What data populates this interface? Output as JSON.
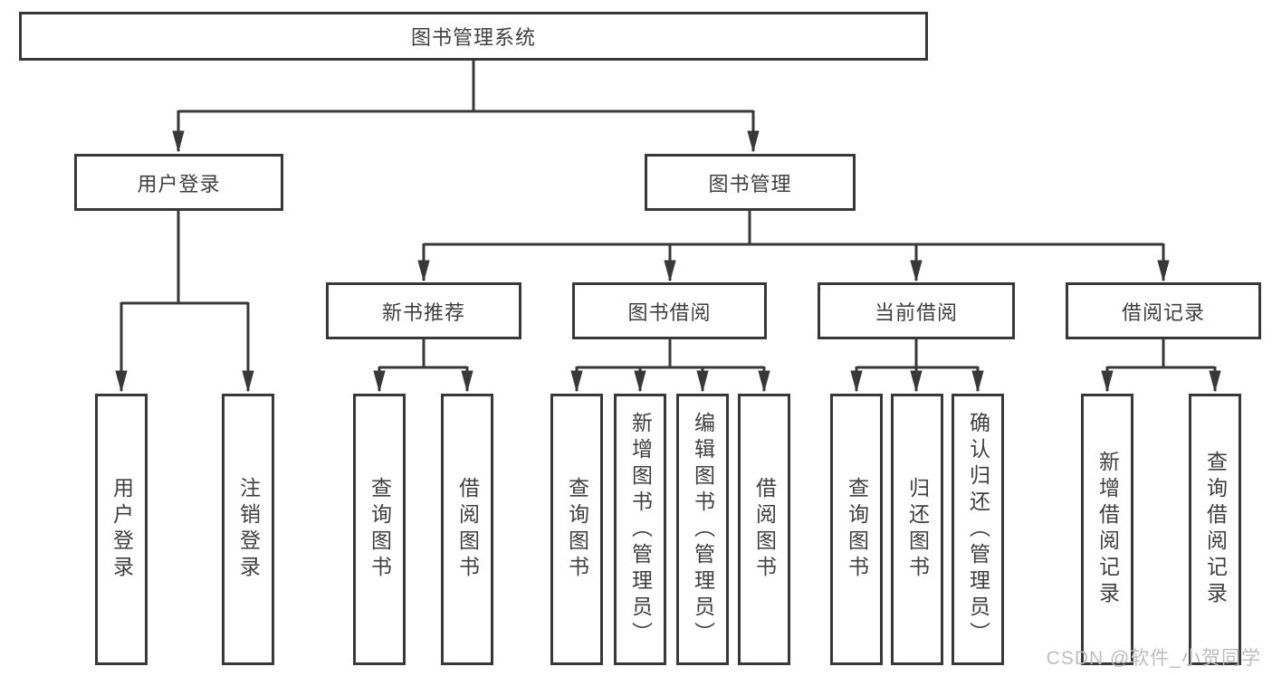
{
  "diagram": {
    "type": "hierarchy",
    "root": {
      "label": "图书管理系统"
    },
    "level2": [
      {
        "label": "用户登录"
      },
      {
        "label": "图书管理"
      }
    ],
    "level3": [
      {
        "label": "新书推荐",
        "parent": "图书管理"
      },
      {
        "label": "图书借阅",
        "parent": "图书管理"
      },
      {
        "label": "当前借阅",
        "parent": "图书管理"
      },
      {
        "label": "借阅记录",
        "parent": "图书管理"
      }
    ],
    "leaves": [
      {
        "label": "用户登录",
        "parent": "用户登录"
      },
      {
        "label": "注销登录",
        "parent": "用户登录"
      },
      {
        "label": "查询图书",
        "parent": "新书推荐"
      },
      {
        "label": "借阅图书",
        "parent": "新书推荐"
      },
      {
        "label": "查询图书",
        "parent": "图书借阅"
      },
      {
        "label": "新增图书（管理员）",
        "parent": "图书借阅"
      },
      {
        "label": "编辑图书（管理员）",
        "parent": "图书借阅"
      },
      {
        "label": "借阅图书",
        "parent": "图书借阅"
      },
      {
        "label": "查询图书",
        "parent": "当前借阅"
      },
      {
        "label": "归还图书",
        "parent": "当前借阅"
      },
      {
        "label": "确认归还（管理员）",
        "parent": "当前借阅"
      },
      {
        "label": "新增借阅记录",
        "parent": "借阅记录"
      },
      {
        "label": "查询借阅记录",
        "parent": "借阅记录"
      }
    ]
  },
  "watermark": {
    "text": "CSDN @软件_小贺同学"
  },
  "colors": {
    "line": "#383838",
    "box_border": "#383838",
    "text": "#3f3f3f",
    "watermark": "#bdbdbd",
    "background": "#ffffff"
  }
}
